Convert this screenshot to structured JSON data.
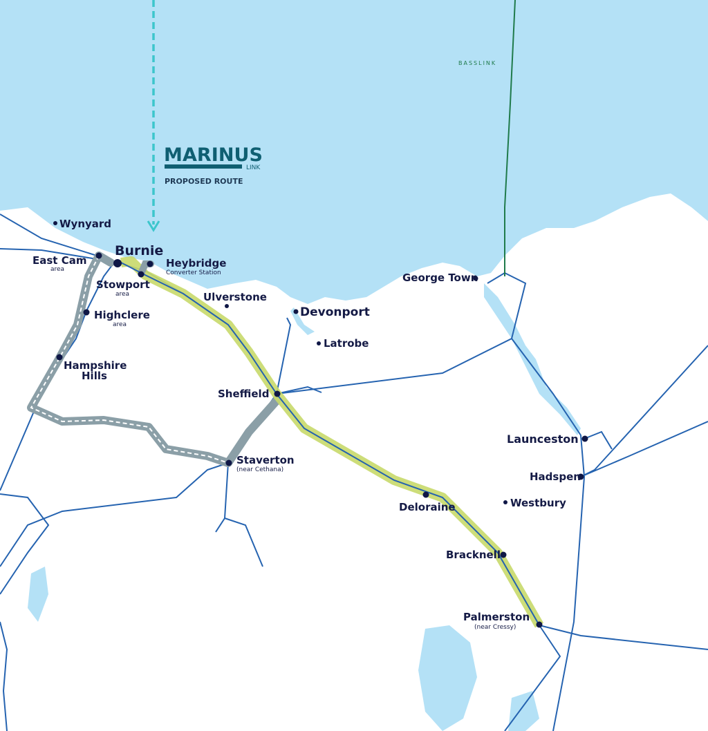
{
  "logo": {
    "title": "MARINUS",
    "subtitle": "LINK",
    "caption": "PROPOSED ROUTE"
  },
  "basslink": "BASSLINK",
  "places": {
    "wynyard": "Wynyard",
    "burnie": "Burnie",
    "east_cam": "East Cam",
    "east_cam_sub": "area",
    "heybridge": "Heybridge",
    "heybridge_sub": "Converter Station",
    "stowport": "Stowport",
    "stowport_sub": "area",
    "highclere": "Highclere",
    "highclere_sub": "area",
    "hampshire_hills_1": "Hampshire",
    "hampshire_hills_2": "Hills",
    "ulverstone": "Ulverstone",
    "devonport": "Devonport",
    "latrobe": "Latrobe",
    "george_town": "George Town",
    "sheffield": "Sheffield",
    "staverton": "Staverton",
    "staverton_sub": "(near Cethana)",
    "launceston": "Launceston",
    "hadspen": "Hadspen",
    "westbury": "Westbury",
    "deloraine": "Deloraine",
    "bracknell": "Bracknell",
    "palmerston": "Palmerston",
    "palmerston_sub": "(near Cressy)"
  },
  "colors": {
    "sea": "#b4e1f6",
    "proposed_route": "#c8d96a",
    "alternative_route": "#8b9fa7",
    "transmission_line": "#2563b0",
    "marinus_subsea": "#3cc6cc",
    "basslink": "#1f7a4a",
    "label": "#141a45"
  }
}
